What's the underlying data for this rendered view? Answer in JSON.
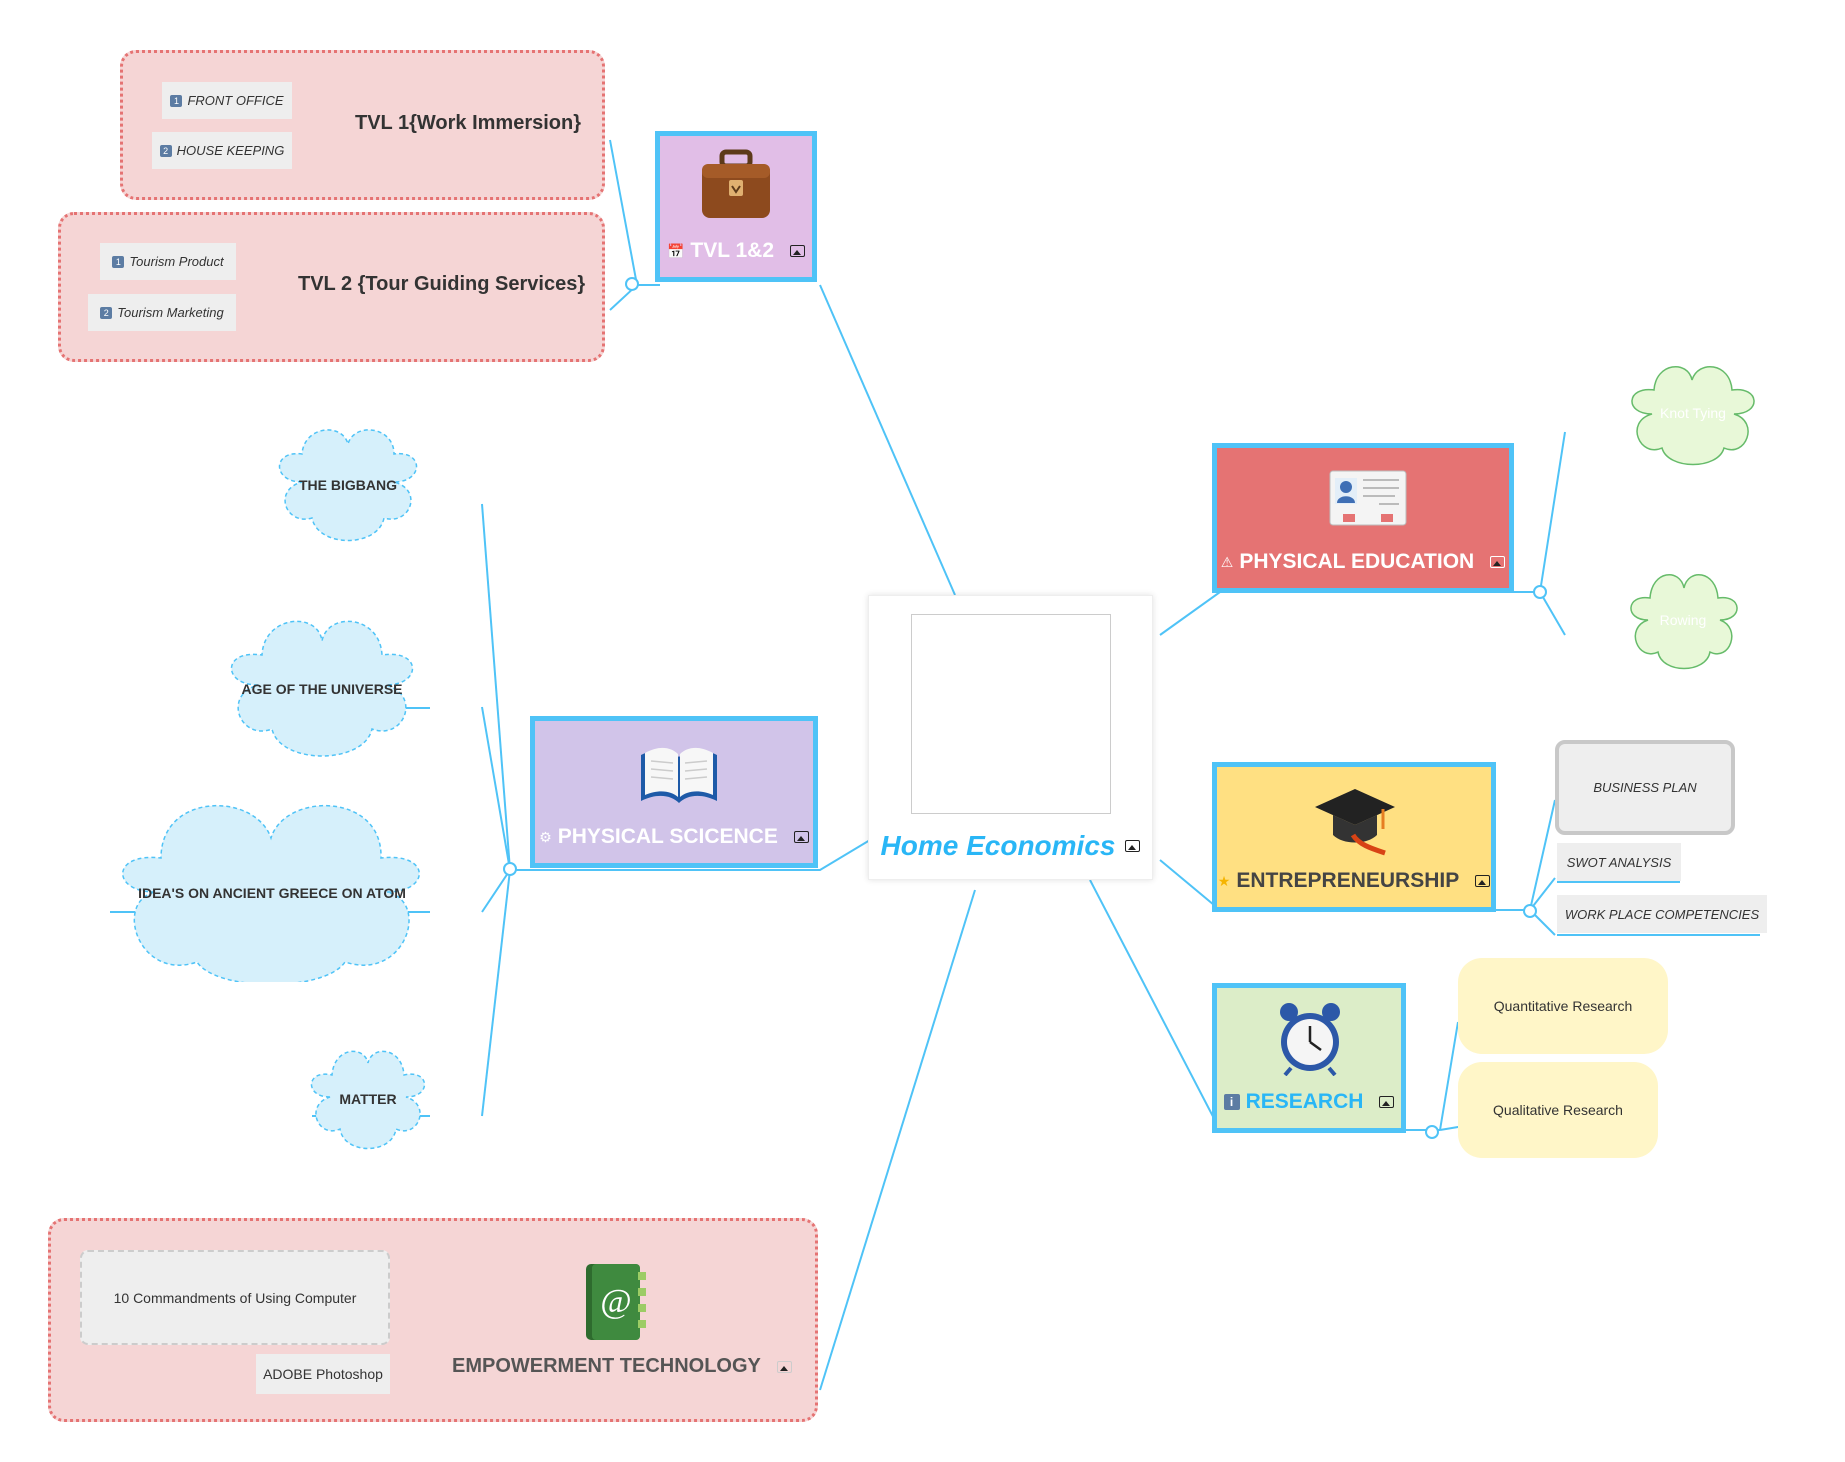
{
  "central": {
    "title": "Home Economics"
  },
  "topics": {
    "tvl": {
      "label": "TVL 1&2",
      "marker": "calendar-icon",
      "picture": "briefcase-icon",
      "children": [
        {
          "title": "TVL 1{Work Immersion}",
          "items": [
            {
              "num": "1",
              "label": "FRONT OFFICE"
            },
            {
              "num": "2",
              "label": "HOUSE KEEPING"
            }
          ]
        },
        {
          "title": "TVL 2 {Tour Guiding Services}",
          "items": [
            {
              "num": "1",
              "label": "Tourism Product"
            },
            {
              "num": "2",
              "label": "Tourism Marketing"
            }
          ]
        }
      ]
    },
    "physical_science": {
      "label": "PHYSICAL SCICENCE",
      "marker": "gear-icon",
      "picture": "open-book-icon",
      "children": [
        "THE BIGBANG",
        "AGE OF THE UNIVERSE",
        "IDEA'S ON ANCIENT GREECE ON ATOM",
        "MATTER"
      ]
    },
    "empowerment": {
      "label": "EMPOWERMENT TECHNOLOGY",
      "picture": "address-book-icon",
      "children": [
        "10  Commandments of Using Computer",
        "ADOBE Photoshop"
      ]
    },
    "physical_education": {
      "label": "PHYSICAL EDUCATION",
      "marker": "warning-icon",
      "picture": "id-card-icon",
      "children": [
        "Knot Tying",
        "Rowing"
      ]
    },
    "entrepreneurship": {
      "label": "ENTREPRENEURSHIP",
      "marker": "star-icon",
      "picture": "graduation-cap-icon",
      "children": [
        "BUSINESS PLAN",
        "SWOT ANALYSIS",
        "WORK PLACE COMPETENCIES"
      ]
    },
    "research": {
      "label": "RESEARCH",
      "marker": "info-icon",
      "picture": "alarm-clock-icon",
      "children": [
        "Quantitative Research",
        "Qualitative Research"
      ]
    }
  },
  "colors": {
    "connector": "#4fc3f7",
    "tvl_fill": "#e1bee7",
    "science_fill": "#d1c4e9",
    "pe_fill": "#e57373",
    "entre_fill": "#ffe082",
    "research_fill": "#dcedc8",
    "boundary_fill": "#f5d5d5",
    "cloud_blue": "#d6f0fb",
    "cloud_green": "#e8f8d8"
  }
}
